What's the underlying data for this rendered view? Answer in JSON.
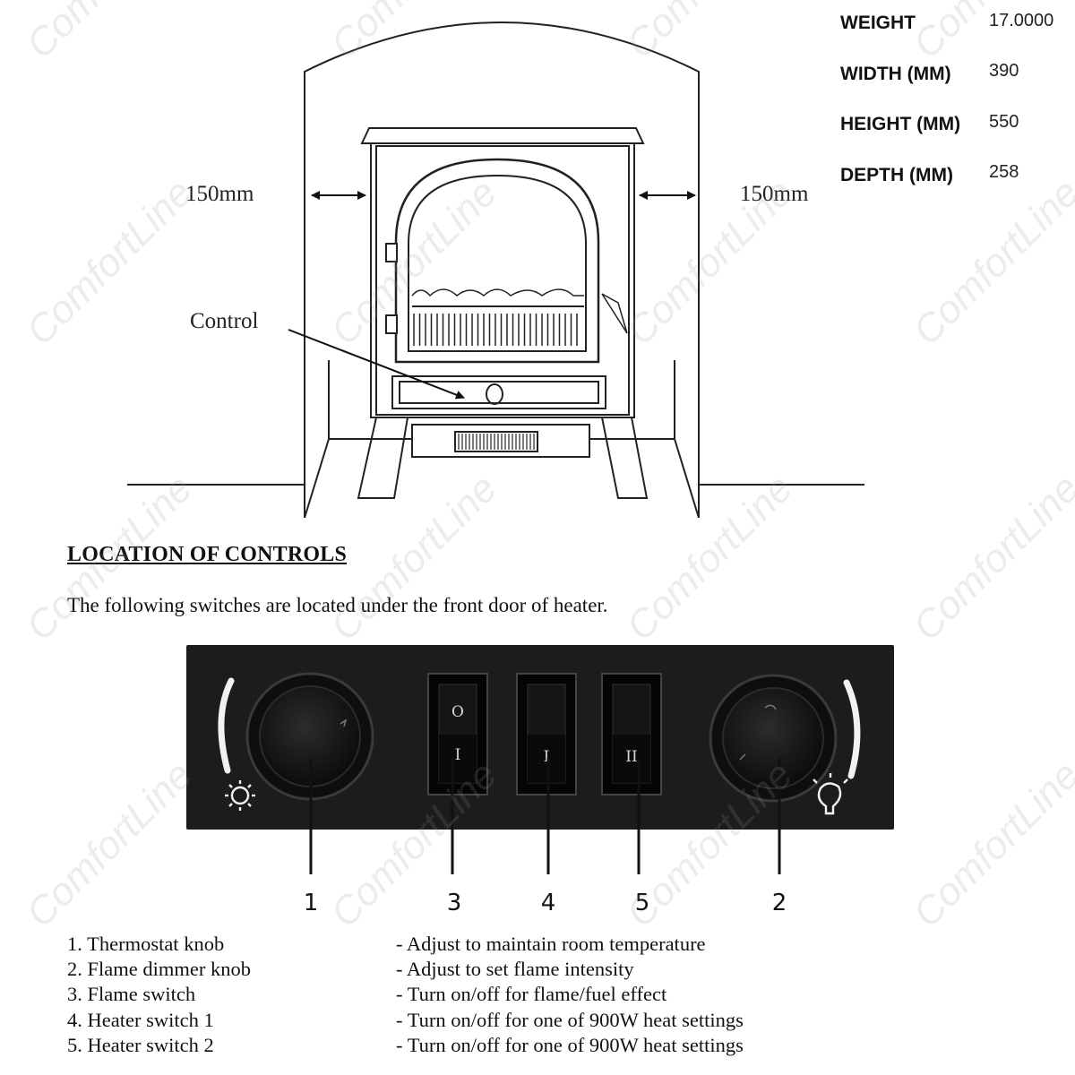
{
  "specs": [
    {
      "label": "WEIGHT",
      "value": "17.0000"
    },
    {
      "label": "WIDTH (MM)",
      "value": "390"
    },
    {
      "label": "HEIGHT (MM)",
      "value": "550"
    },
    {
      "label": "DEPTH (MM)",
      "value": "258"
    }
  ],
  "diagram": {
    "clearance_left": "150mm",
    "clearance_right": "150mm",
    "control_label": "Control"
  },
  "section": {
    "heading": "LOCATION OF CONTROLS",
    "intro": "The following switches are located under the front door of heater."
  },
  "panel": {
    "switch_marks": [
      "O",
      "I",
      "I",
      "II"
    ],
    "callouts": [
      "1",
      "3",
      "4",
      "5",
      "2"
    ]
  },
  "legend": [
    {
      "item": "1. Thermostat knob",
      "desc": "- Adjust to maintain room temperature"
    },
    {
      "item": "2. Flame dimmer knob",
      "desc": "- Adjust to set flame intensity"
    },
    {
      "item": "3. Flame switch",
      "desc": "- Turn on/off for flame/fuel effect"
    },
    {
      "item": "4. Heater switch 1",
      "desc": "- Turn on/off for one of 900W heat settings"
    },
    {
      "item": "5. Heater switch 2",
      "desc": "- Turn on/off for one of 900W heat settings"
    }
  ],
  "watermark": "ComfortLine",
  "icons": [
    "sun-icon",
    "bulb-icon",
    "arrow-icon"
  ]
}
